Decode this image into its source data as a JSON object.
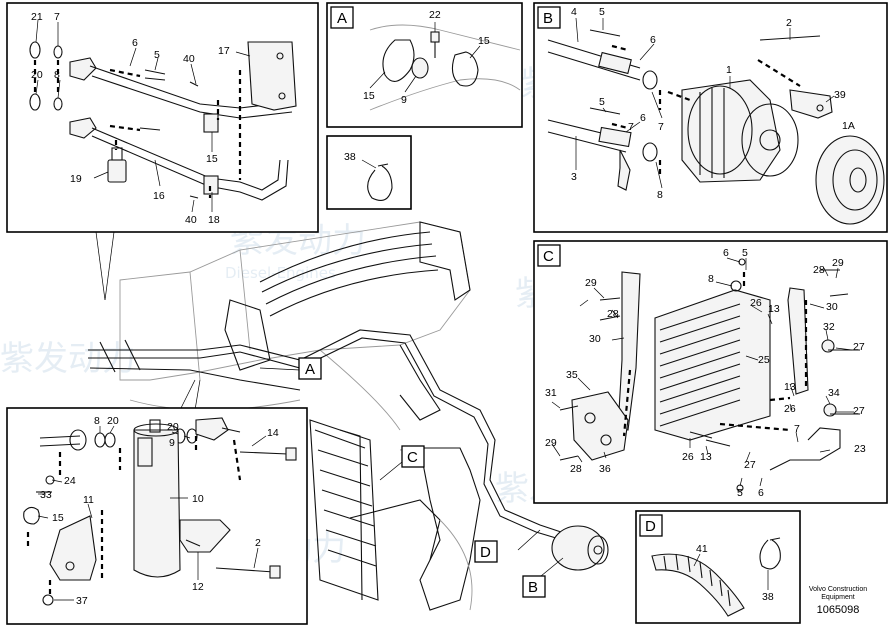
{
  "watermark": {
    "text": "紫发动力",
    "subtext": "Diesel-Engines"
  },
  "detail_tags": {
    "A": "A",
    "B": "B",
    "C": "C",
    "D": "D"
  },
  "labels": {
    "top_left": [
      "21",
      "7",
      "20",
      "8",
      "6",
      "5",
      "40",
      "17",
      "15",
      "19",
      "16",
      "40",
      "18"
    ],
    "panel_A": [
      "22",
      "15",
      "15",
      "9"
    ],
    "panel_38": [
      "38"
    ],
    "panel_B": [
      "4",
      "5",
      "6",
      "2",
      "1",
      "39",
      "5",
      "6",
      "7",
      "1A",
      "3",
      "7",
      "8"
    ],
    "panel_C": [
      "6",
      "5",
      "8",
      "29",
      "28",
      "29",
      "28",
      "13",
      "26",
      "30",
      "30",
      "32",
      "25",
      "27",
      "35",
      "31",
      "13",
      "34",
      "29",
      "28",
      "36",
      "27",
      "26",
      "13",
      "27",
      "7",
      "23",
      "5",
      "6"
    ],
    "bottom_left": [
      "8",
      "20",
      "20",
      "9",
      "14",
      "24",
      "33",
      "15",
      "11",
      "10",
      "2",
      "12",
      "37"
    ],
    "panel_D": [
      "41",
      "38"
    ]
  },
  "footer": {
    "line1": "Volvo Construction",
    "line2": "Equipment",
    "doc_number": "1065098"
  }
}
